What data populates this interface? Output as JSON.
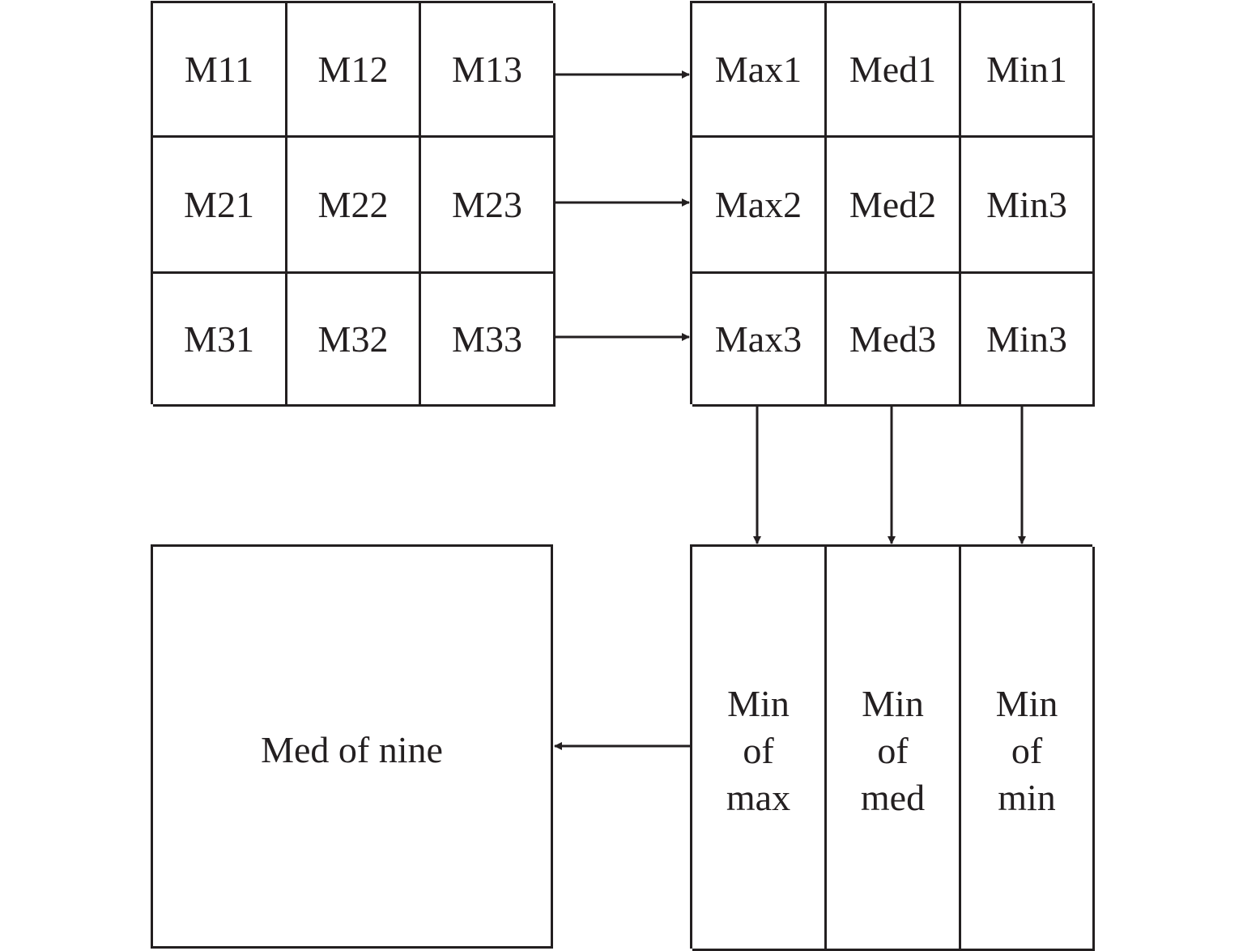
{
  "input_grid": {
    "rows": [
      [
        "M11",
        "M12",
        "M13"
      ],
      [
        "M21",
        "M22",
        "M23"
      ],
      [
        "M31",
        "M32",
        "M33"
      ]
    ]
  },
  "sort_grid": {
    "rows": [
      [
        "Max1",
        "Med1",
        "Min1"
      ],
      [
        "Max2",
        "Med2",
        "Min3"
      ],
      [
        "Max3",
        "Med3",
        "Min3"
      ]
    ]
  },
  "stage2": {
    "columns": [
      {
        "line1": "Min",
        "line2": "of",
        "line3": "max"
      },
      {
        "line1": "Min",
        "line2": "of",
        "line3": "med"
      },
      {
        "line1": "Min",
        "line2": "of",
        "line3": "min"
      }
    ]
  },
  "result": {
    "label": "Med of nine"
  },
  "colors": {
    "stroke": "#231f20",
    "background": "#ffffff"
  }
}
